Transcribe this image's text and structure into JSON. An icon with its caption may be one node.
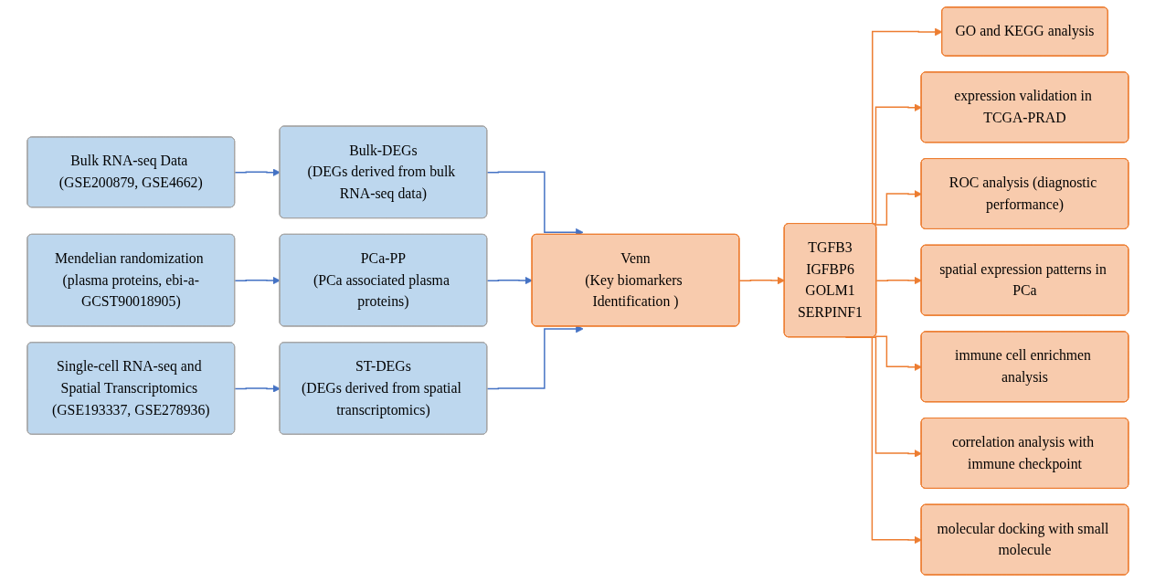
{
  "diagram": {
    "nodes": [
      {
        "text": [
          "Bulk RNA-seq Data (GSE200879, GSE4662)"
        ]
      },
      {
        "text": [
          "Bulk-DEGs",
          "(DEGs derived from bulk RNA-seq data)"
        ]
      },
      {
        "text": [
          "Mendelian randomization (plasma proteins, ebi-a-GCST90018905)"
        ]
      },
      {
        "text": [
          "PCa-PP",
          "(PCa associated plasma proteins)"
        ]
      },
      {
        "text": [
          "Single-cell RNA-seq and Spatial Transcriptomics (GSE193337, GSE278936)"
        ]
      },
      {
        "text": [
          "ST-DEGs",
          "(DEGs derived from spatial transcriptomics)"
        ]
      },
      {
        "text": [
          "Venn",
          "(Key biomarkers Identification )"
        ]
      },
      {
        "text": [
          "TGFB3",
          "IGFBP6",
          "GOLM1",
          "SERPINF1"
        ]
      },
      {
        "text": [
          "GO and KEGG analysis"
        ]
      },
      {
        "text": [
          "expression validation in TCGA-PRAD"
        ]
      },
      {
        "text": [
          "ROC analysis (diagnostic performance)"
        ]
      },
      {
        "text": [
          "spatial expression patterns in PCa"
        ]
      },
      {
        "text": [
          "immune cell enrichmen analysis"
        ]
      },
      {
        "text": [
          "correlation analysis with immune checkpoint"
        ]
      },
      {
        "text": [
          "molecular docking with small molecule"
        ]
      }
    ],
    "edges": [
      {
        "from": 0,
        "to": 1,
        "arrow": "to",
        "color": "#4472c4"
      },
      {
        "from": 2,
        "to": 3,
        "arrow": "to",
        "color": "#4472c4"
      },
      {
        "from": 4,
        "to": 5,
        "arrow": "to",
        "color": "#4472c4"
      },
      {
        "from": 1,
        "to": 6,
        "arrow": "to",
        "color": "#4472c4"
      },
      {
        "from": 3,
        "to": 6,
        "arrow": "to",
        "color": "#4472c4"
      },
      {
        "from": 5,
        "to": 6,
        "arrow": "to",
        "color": "#4472c4"
      },
      {
        "from": 6,
        "to": 7,
        "arrow": "to"
      },
      {
        "from": 7,
        "to": 8,
        "arrow": "to"
      },
      {
        "from": 7,
        "to": 9,
        "arrow": "to"
      },
      {
        "from": 7,
        "to": 10,
        "arrow": "to"
      },
      {
        "from": 7,
        "to": 11,
        "arrow": "to"
      },
      {
        "from": 7,
        "to": 12,
        "arrow": "to"
      },
      {
        "from": 7,
        "to": 13,
        "arrow": "to"
      },
      {
        "from": 7,
        "to": 14,
        "arrow": "to"
      }
    ]
  }
}
